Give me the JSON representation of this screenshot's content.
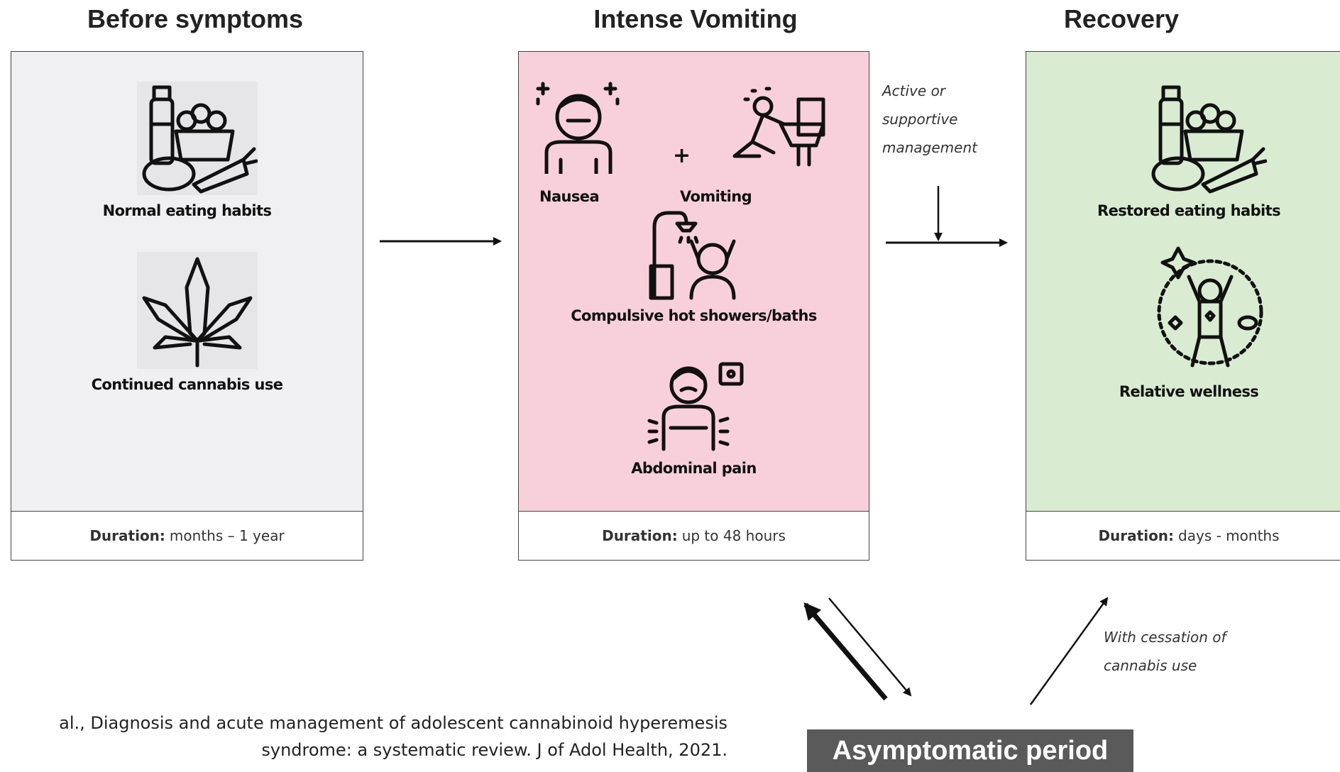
{
  "headings": {
    "before": "Before symptoms",
    "intense": "Intense Vomiting",
    "recovery": "Recovery"
  },
  "panels": {
    "before": {
      "items": [
        "Normal eating habits",
        "Continued cannabis use"
      ],
      "duration_label": "Duration:",
      "duration_value": "months – 1 year",
      "color": "#f0f0f2"
    },
    "intense": {
      "items": [
        "Nausea",
        "Vomiting",
        "Compulsive hot showers/baths",
        "Abdominal pain"
      ],
      "plus": "+",
      "duration_label": "Duration:",
      "duration_value": "up to 48 hours",
      "color": "#f8d0dc"
    },
    "recovery": {
      "items": [
        "Restored eating habits",
        "Relative wellness"
      ],
      "duration_label": "Duration:",
      "duration_value": "days - months",
      "color": "#d9ecd2"
    }
  },
  "annotations": {
    "management": [
      "Active or",
      "supportive",
      "management"
    ],
    "cessation": [
      "With cessation of",
      "cannabis use"
    ]
  },
  "citation": [
    "al., Diagnosis and acute management of adolescent cannabinoid hyperemesis",
    "syndrome: a systematic review. J of Adol Health, 2021."
  ],
  "asymptomatic": "Asymptomatic period",
  "icons": [
    "food-groceries-icon",
    "cannabis-leaf-icon",
    "nausea-person-icon",
    "vomiting-person-icon",
    "shower-icon",
    "abdominal-pain-icon",
    "wellness-person-icon"
  ]
}
